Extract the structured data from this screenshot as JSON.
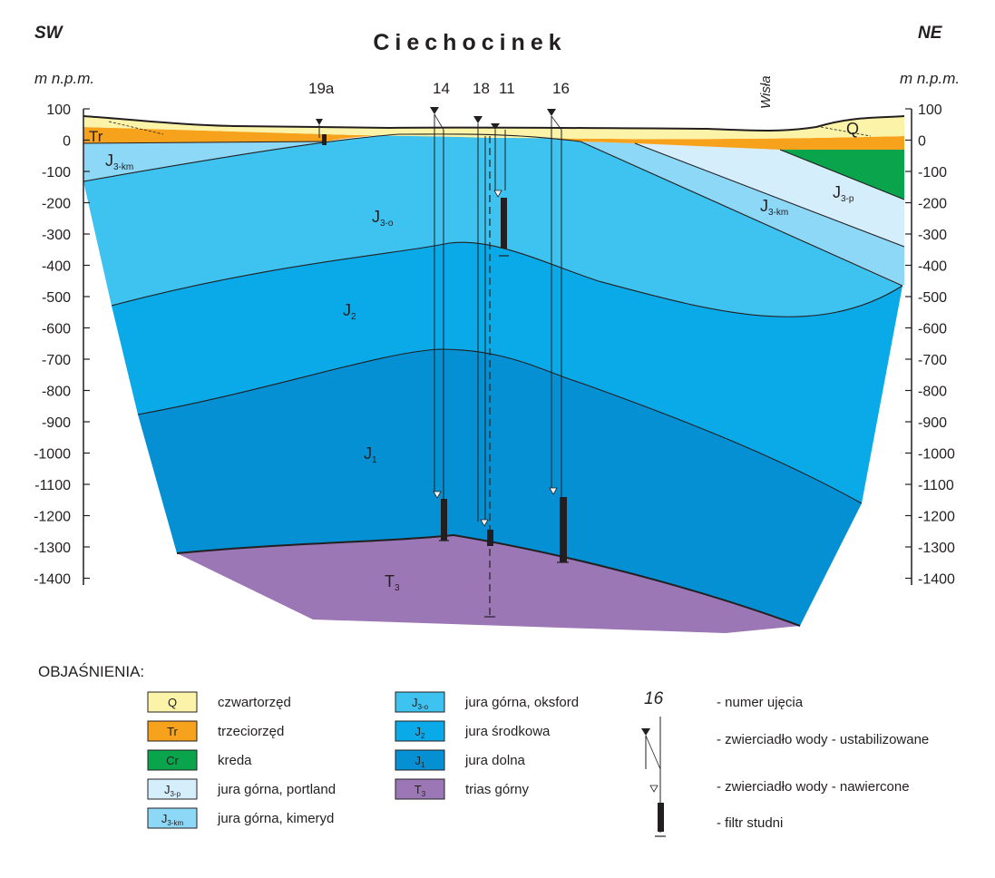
{
  "title": "Ciechocinek",
  "direction_left": "SW",
  "direction_right": "NE",
  "unit_left": "m n.p.m.",
  "unit_right": "m n.p.m.",
  "river_label": "Wisła",
  "wells": [
    "19a",
    "14",
    "18",
    "11",
    "16"
  ],
  "elevation_ticks": [
    "100",
    "0",
    "-100",
    "-200",
    "-300",
    "-400",
    "-500",
    "-600",
    "-700",
    "-800",
    "-900",
    "-1000",
    "-1100",
    "-1200",
    "-1300",
    "-1400"
  ],
  "units": {
    "Q": {
      "main": "Q",
      "sub": ""
    },
    "Tr": {
      "main": "Tr",
      "sub": ""
    },
    "J3km_left": {
      "main": "J",
      "sub": "3-km"
    },
    "J3km_right": {
      "main": "J",
      "sub": "3-km"
    },
    "J3p": {
      "main": "J",
      "sub": "3-p"
    },
    "J3o": {
      "main": "J",
      "sub": "3-o"
    },
    "J2": {
      "main": "J",
      "sub": "2"
    },
    "J1": {
      "main": "J",
      "sub": "1"
    },
    "T3": {
      "main": "T",
      "sub": "3"
    }
  },
  "legend": {
    "heading": "OBJAŚNIENIA:",
    "col1": [
      {
        "code": "Q",
        "sub": "",
        "label": "czwartorzęd",
        "color": "#fbf4a8"
      },
      {
        "code": "Tr",
        "sub": "",
        "label": "trzeciorzęd",
        "color": "#f7a21c"
      },
      {
        "code": "Cr",
        "sub": "",
        "label": "kreda",
        "color": "#09a44b"
      },
      {
        "code": "J",
        "sub": "3-p",
        "label": "jura górna, portland",
        "color": "#d5eefb"
      },
      {
        "code": "J",
        "sub": "3-km",
        "label": "jura górna, kimeryd",
        "color": "#8dd7f7"
      }
    ],
    "col2": [
      {
        "code": "J",
        "sub": "3-o",
        "label": "jura górna, oksford",
        "color": "#3ec3f1"
      },
      {
        "code": "J",
        "sub": "2",
        "label": "jura środkowa",
        "color": "#0aaae9"
      },
      {
        "code": "J",
        "sub": "1",
        "label": "jura dolna",
        "color": "#0590d3"
      },
      {
        "code": "T",
        "sub": "3",
        "label": "trias górny",
        "color": "#9b77b5"
      }
    ],
    "symbols": {
      "well_number_example": "16",
      "well_number_label": "- numer ujęcia",
      "static_water_label": "- zwierciadło wody - ustabilizowane",
      "drilled_water_label": "- zwierciadło wody - nawiercone",
      "filter_label": "- filtr studni"
    }
  }
}
